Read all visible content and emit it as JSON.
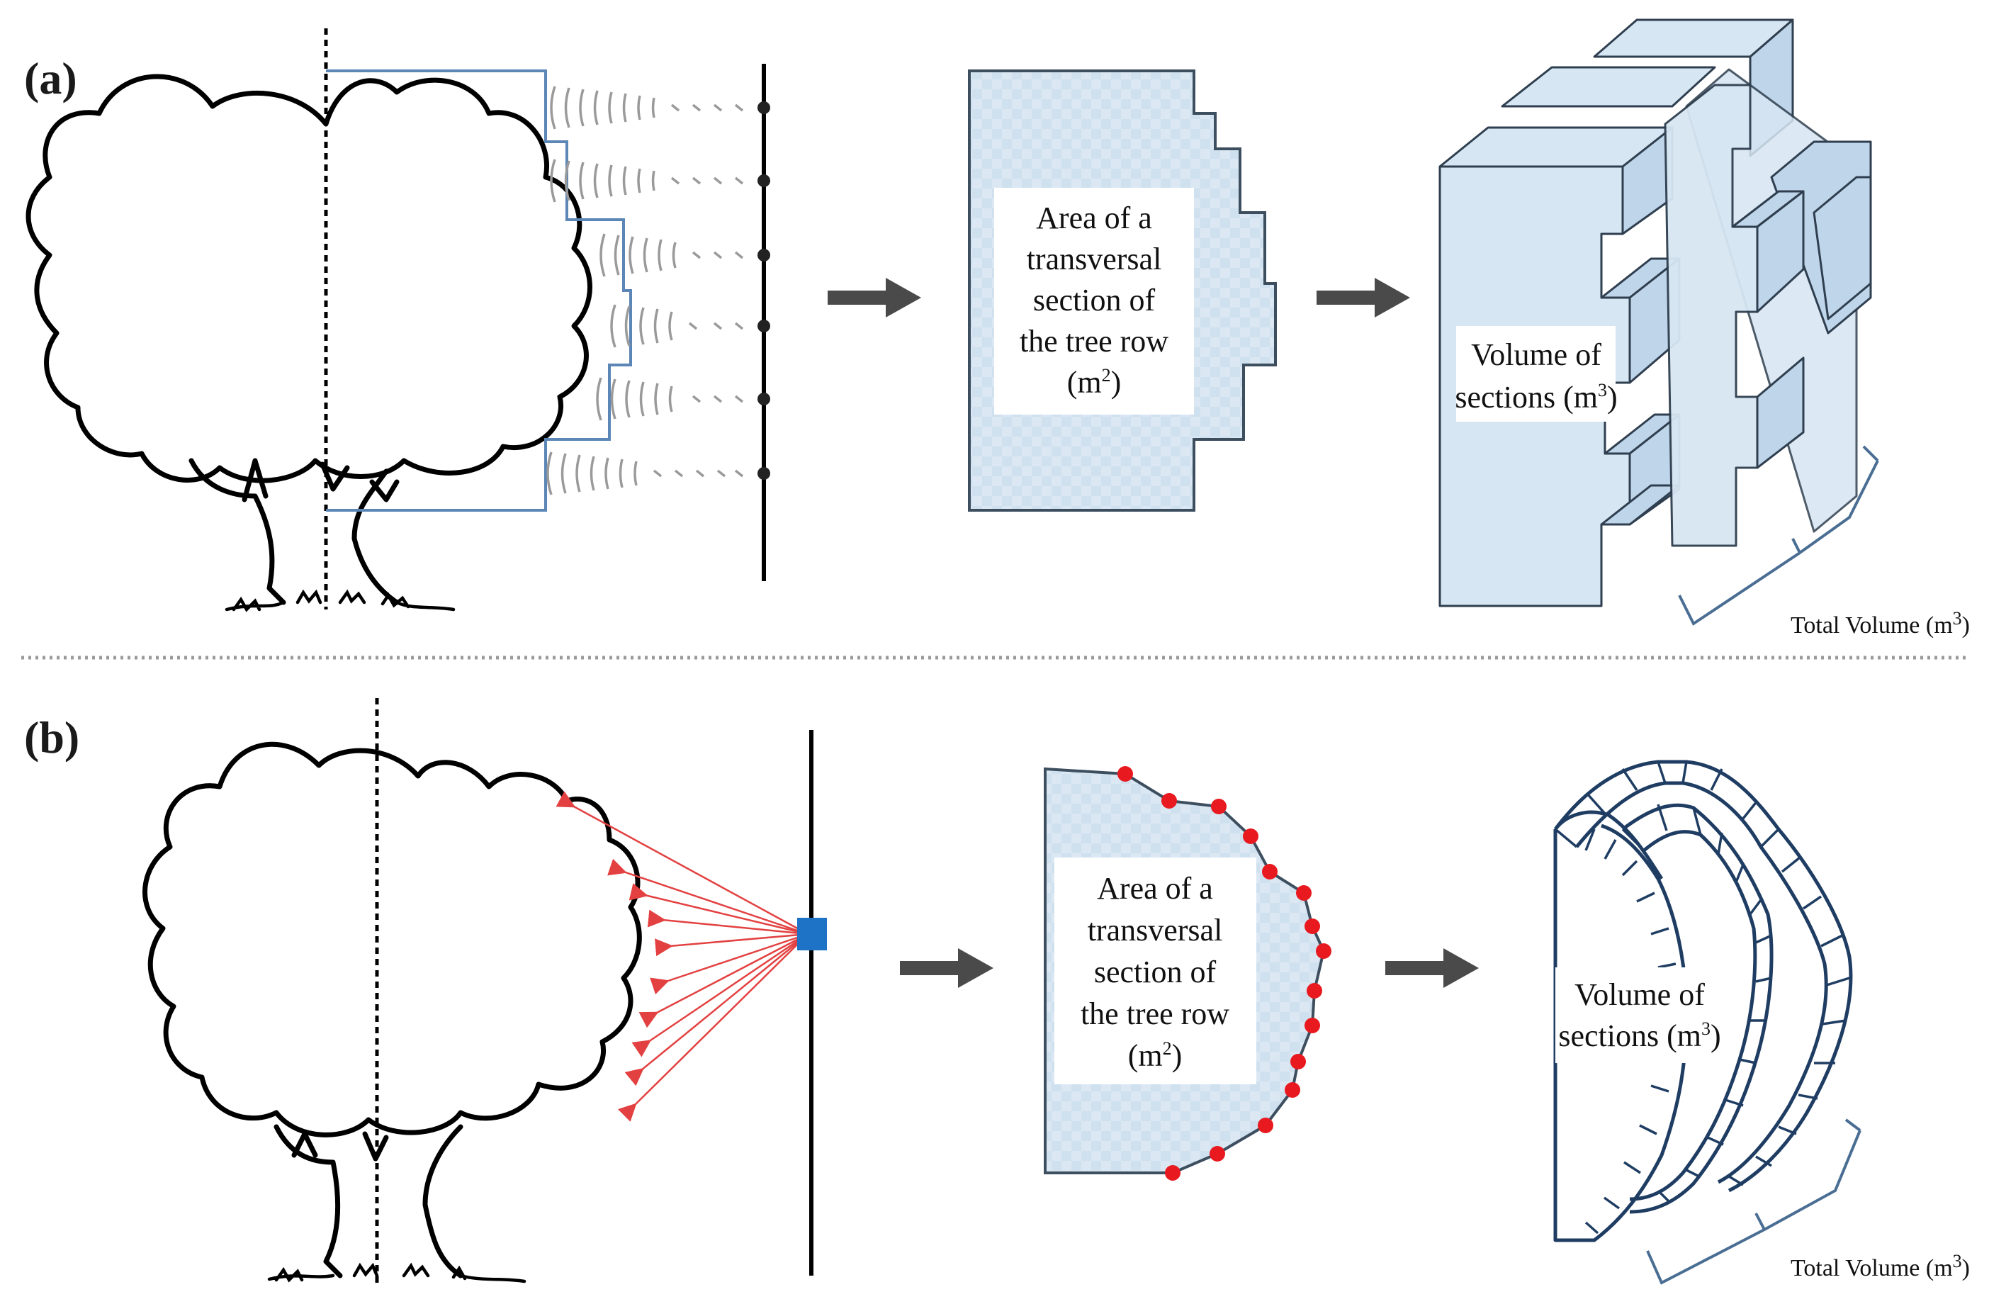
{
  "panels": [
    {
      "label": "(a)",
      "area_box": {
        "lines": [
          "Area of a",
          "transversal",
          "section of",
          "the tree row"
        ],
        "unit_base": "(m",
        "unit_sup": "2",
        "unit_close": ")"
      },
      "volume_box": {
        "lines": [
          "Volume of"
        ],
        "unit_base": "sections (m",
        "unit_sup": "3",
        "unit_close": ")"
      },
      "total_label": {
        "base": "Total Volume (m",
        "sup": "3",
        "close": ")"
      }
    },
    {
      "label": "(b)",
      "area_box": {
        "lines": [
          "Area of a",
          "transversal",
          "section of",
          "the tree row"
        ],
        "unit_base": "(m",
        "unit_sup": "2",
        "unit_close": ")"
      },
      "volume_box": {
        "lines": [
          "Volume of"
        ],
        "unit_base": "sections (m",
        "unit_sup": "3",
        "unit_close": ")"
      },
      "total_label": {
        "base": "Total Volume (m",
        "sup": "3",
        "close": ")"
      }
    }
  ],
  "colors": {
    "section_fill": "#cfe0ee",
    "laser": "#e34141",
    "laser_point": "#e8191f",
    "sensor": "#1f73c7",
    "wire": "#1f3d63"
  },
  "icons": {
    "tree": "tree-icon",
    "ultrasonic_sensor": "ultrasonic-sensor-icon",
    "lidar_sensor": "lidar-sensor-icon",
    "arrow": "arrow-right-icon"
  }
}
